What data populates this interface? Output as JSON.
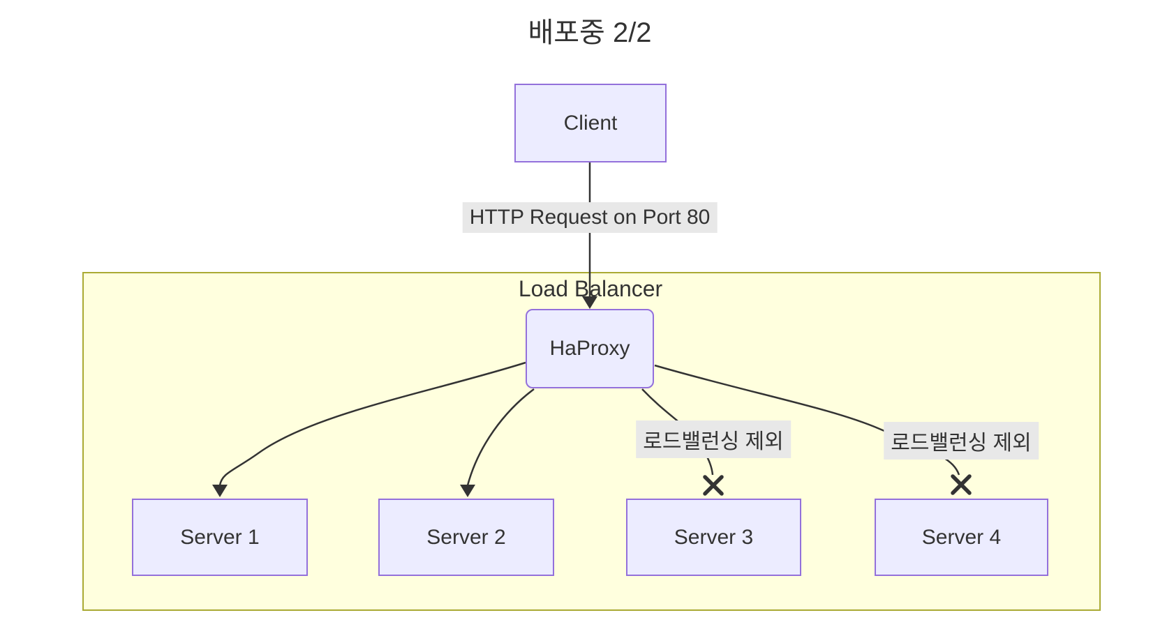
{
  "title": "배포중 2/2",
  "diagram": {
    "cluster": {
      "label": "Load Balancer"
    },
    "nodes": {
      "client": {
        "label": "Client"
      },
      "haproxy": {
        "label": "HaProxy"
      },
      "server1": {
        "label": "Server 1"
      },
      "server2": {
        "label": "Server 2"
      },
      "server3": {
        "label": "Server 3"
      },
      "server4": {
        "label": "Server 4"
      }
    },
    "edges": {
      "client_haproxy": {
        "label": "HTTP Request on Port 80",
        "type": "arrow"
      },
      "haproxy_server1": {
        "label": "",
        "type": "arrow"
      },
      "haproxy_server2": {
        "label": "",
        "type": "arrow"
      },
      "haproxy_server3": {
        "label": "로드밸런싱 제외",
        "type": "cross"
      },
      "haproxy_server4": {
        "label": "로드밸런싱 제외",
        "type": "cross"
      }
    },
    "colors": {
      "background": "#FFFFFF",
      "text": "#333333",
      "node_fill": "#ECECFF",
      "node_border": "#9370DB",
      "cluster_fill": "#FFFFDE",
      "cluster_border": "#AAAA33",
      "edge_color": "#333333",
      "label_bg": "#E8E8E8"
    }
  }
}
